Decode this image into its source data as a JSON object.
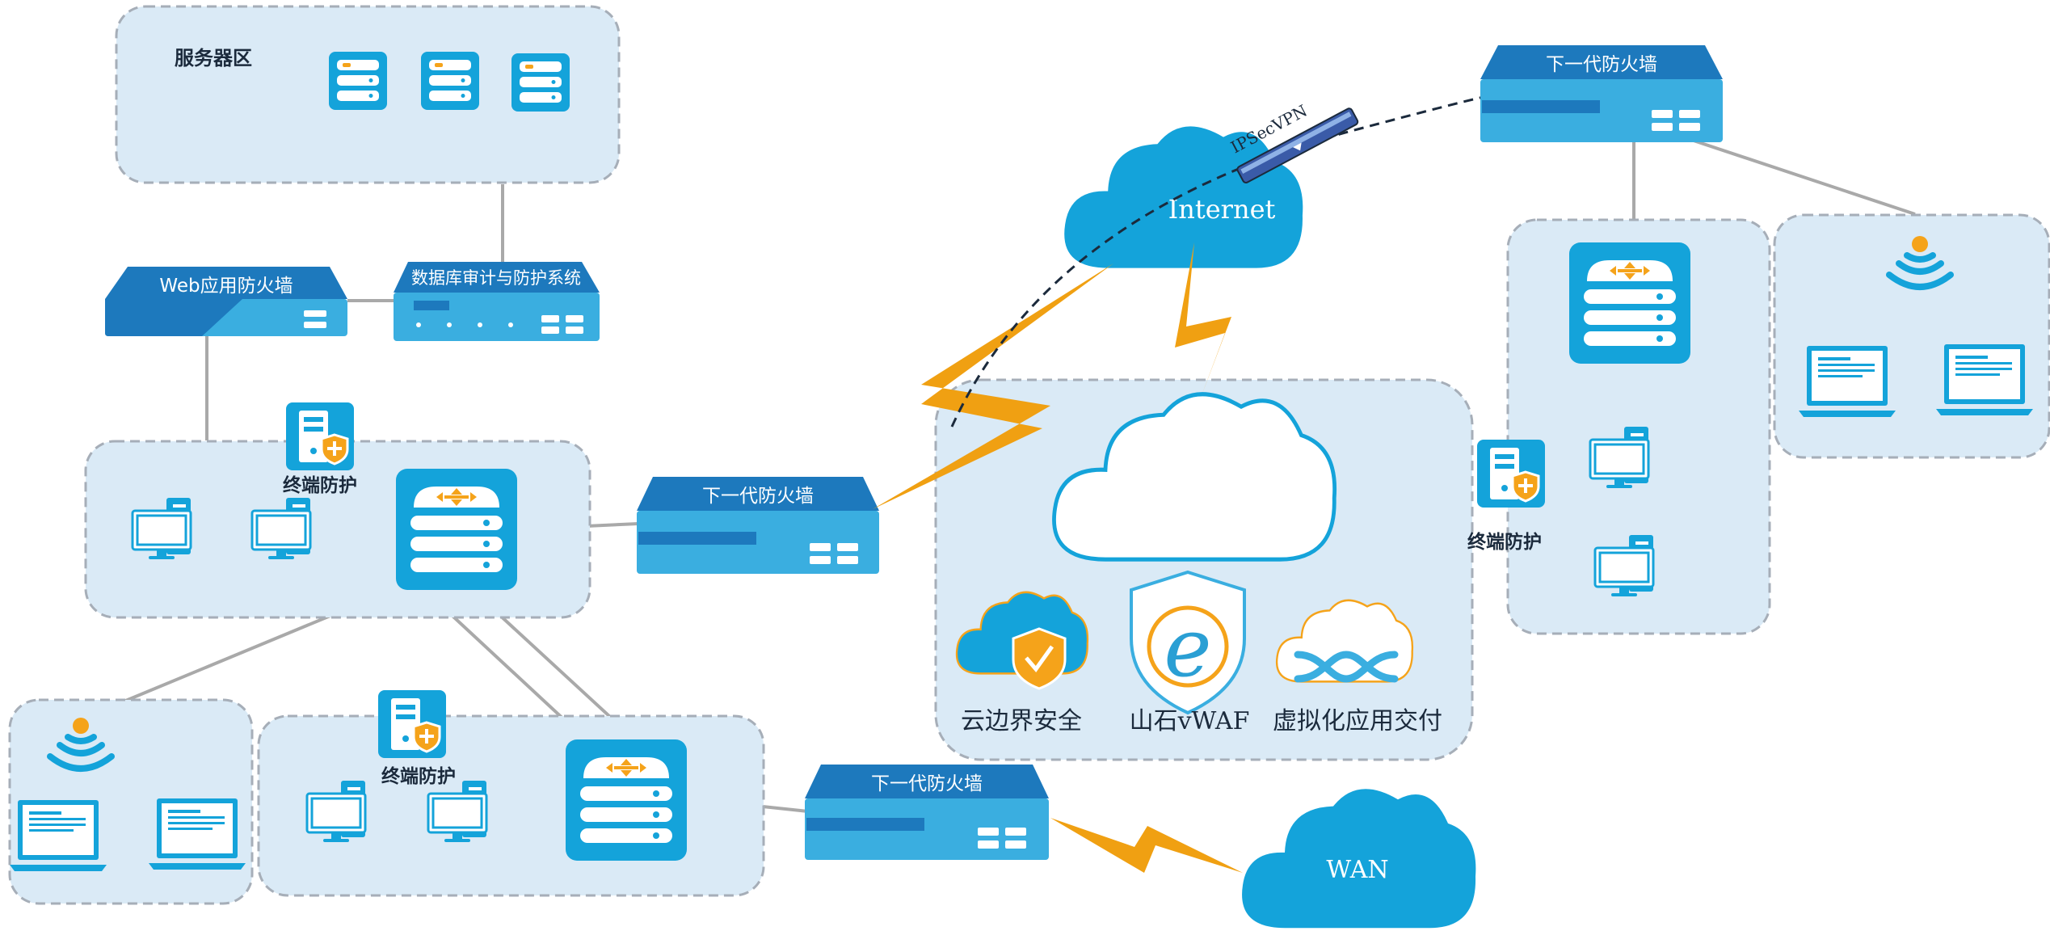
{
  "labels": {
    "server_zone": "服务器区",
    "web_waf": "Web应用防火墙",
    "db_audit": "数据库审计与防护系统",
    "ngfw": "下一代防火墙",
    "endpoint_protection": "终端防护",
    "internet": "Internet",
    "ipsec_vpn": "IPSecVPN",
    "wan": "WAN",
    "cloud_boundary_security": "云边界安全",
    "shanshi_vwaf": "山石vWAF",
    "virtual_app_delivery": "虚拟化应用交付"
  },
  "colors": {
    "zone_fill": "#daeaf6",
    "zone_border": "#a6aeb8",
    "device_top": "#1d79bd",
    "device_face": "#3aaee0",
    "icon_blue": "#14a3da",
    "bolt_orange": "#f0a012",
    "link_gray": "#a9a9a9",
    "accent_orange": "#f5a31a"
  }
}
